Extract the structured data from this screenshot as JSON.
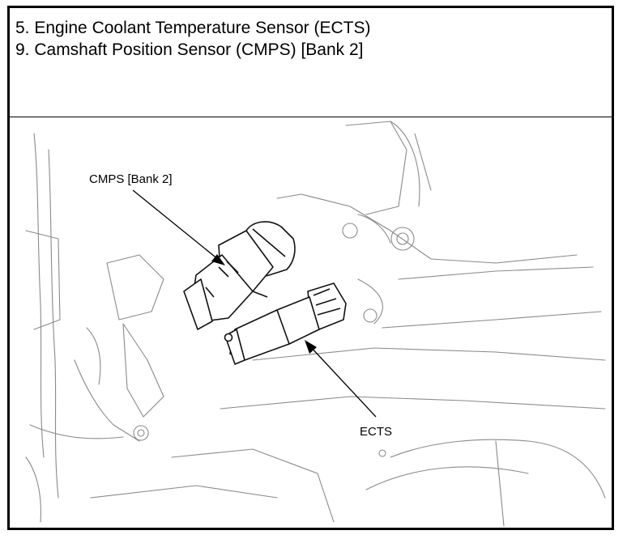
{
  "header": {
    "lines": [
      "5. Engine Coolant Temperature Sensor (ECTS)",
      "9. Camshaft Position Sensor (CMPS) [Bank 2]"
    ]
  },
  "figure": {
    "callouts": {
      "cmps": "CMPS [Bank 2]",
      "ects": "ECTS"
    }
  }
}
